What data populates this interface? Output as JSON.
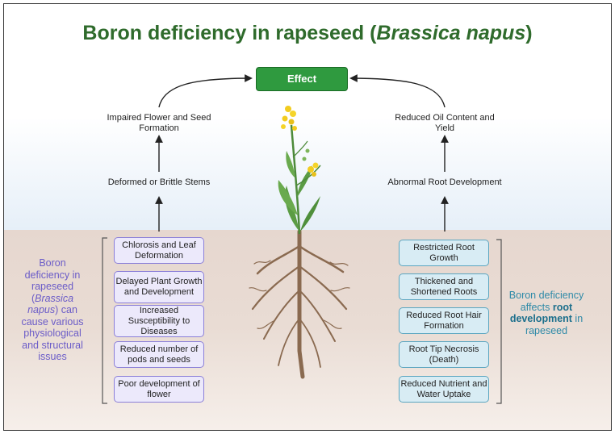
{
  "title": {
    "main": "Boron deficiency in rapeseed (",
    "italic": "Brassica napus",
    "end": ")"
  },
  "effect": "Effect",
  "left_top": "Impaired Flower and Seed Formation",
  "left_mid": "Deformed or Brittle Stems",
  "right_top": "Reduced Oil Content and Yield",
  "right_mid": "Abnormal Root Development",
  "left_boxes": [
    "Chlorosis and Leaf Deformation",
    "Delayed Plant Growth and Development",
    "Increased Susceptibility to Diseases",
    "Reduced number of pods and seeds",
    "Poor development of flower"
  ],
  "right_boxes": [
    "Restricted Root Growth",
    "Thickened and Shortened Roots",
    "Reduced Root Hair Formation",
    "Root Tip Necrosis (Death)",
    "Reduced Nutrient and Water Uptake"
  ],
  "left_note": {
    "part1": "Boron deficiency in rapeseed (",
    "italic": "Brassica napus",
    "part2": ") can cause various physiological and structural issues"
  },
  "right_note": {
    "part1": "Boron deficiency affects ",
    "bold": "root development",
    "part2": " in rapeseed"
  },
  "colors": {
    "title": "#2f6b2c",
    "effect_box": "#2f9a3f",
    "left_box_border": "#8b7fd8",
    "right_box_border": "#5aa5c0",
    "left_note": "#6b5cc8",
    "right_note": "#2e8aa8",
    "soil": "#e6d7cf",
    "sky": "#e6eff8"
  }
}
